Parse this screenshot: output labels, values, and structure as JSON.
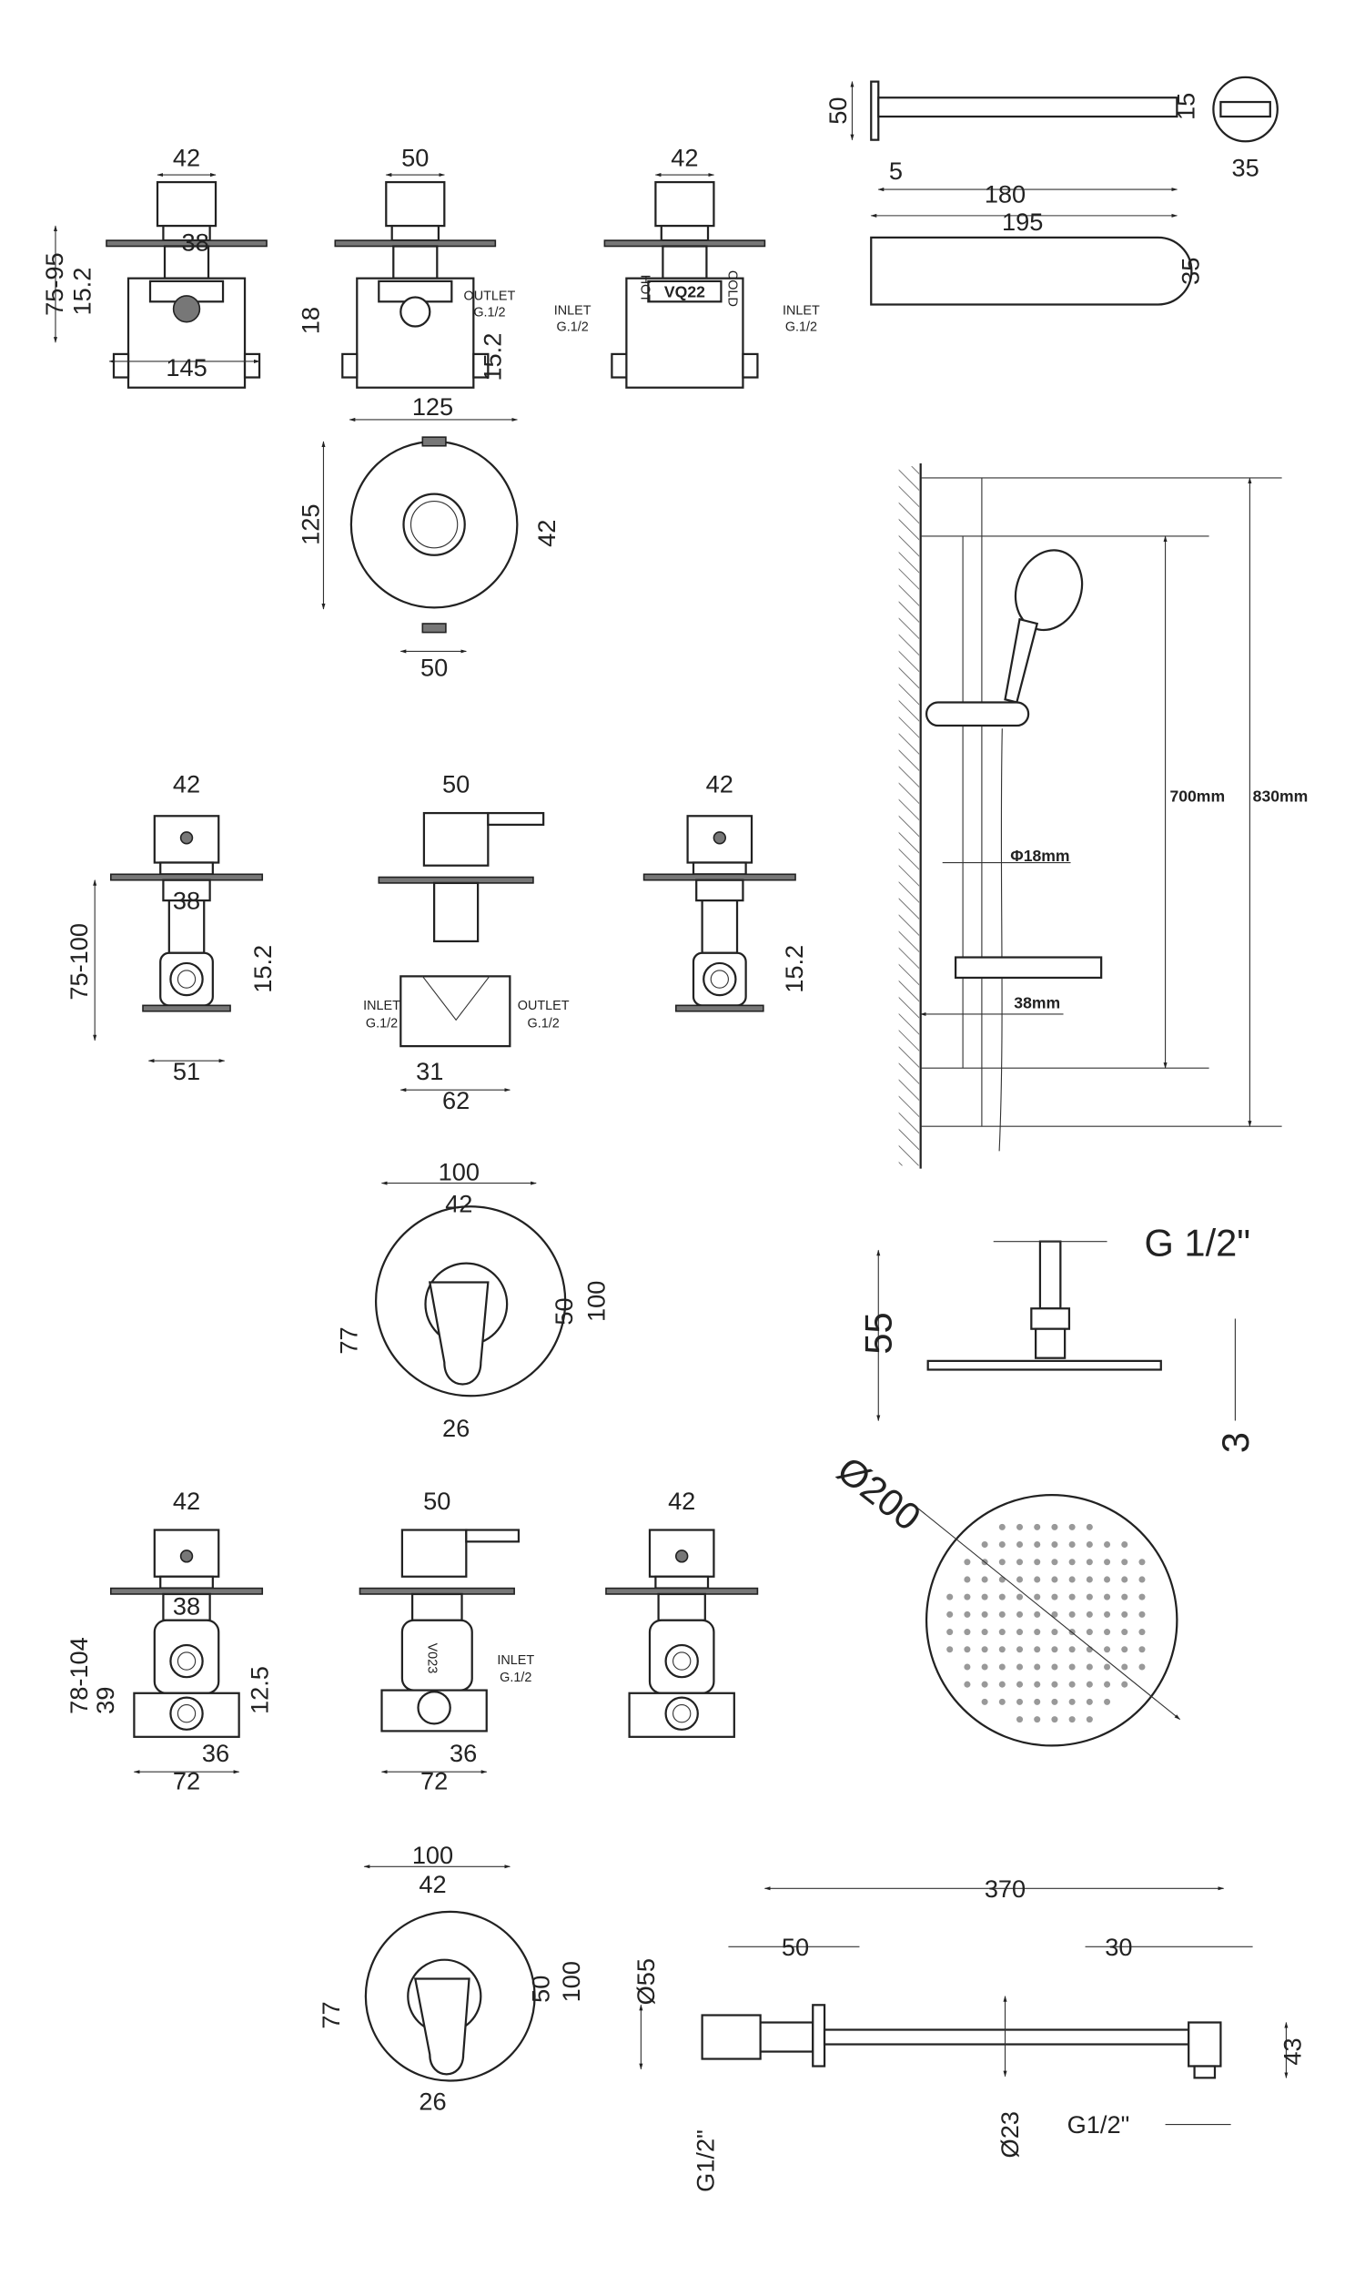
{
  "title": "Shower valve and fittings dimension drawing",
  "concealed_valves_top": {
    "valve_left": {
      "width": "42",
      "inner": "38",
      "depth": "75-95",
      "offset": "15.2",
      "port": "18",
      "body": "145"
    },
    "valve_middle": {
      "width": "50",
      "outlet": "OUTLET",
      "outlet_thread": "G.1/2",
      "offset": "15.2"
    },
    "valve_right": {
      "width": "42",
      "model": "VQ22",
      "hot": "HOT",
      "cold": "COLD",
      "inlet_left": "INLET",
      "inlet_left_thread": "G.1/2",
      "inlet_right": "INLET",
      "inlet_right_thread": "G.1/2"
    }
  },
  "spout": {
    "height": "50",
    "thickness": "15",
    "setback": "5",
    "length": "180",
    "overall": "195",
    "diameter": "35",
    "width": "35"
  },
  "round_plate_1": {
    "width": "125",
    "height": "125",
    "knob_height": "42",
    "knob_width": "50"
  },
  "diverter_valves_mid": {
    "valve_left": {
      "width": "42",
      "inner": "38",
      "depth": "75-100",
      "offset": "15.2",
      "base": "51"
    },
    "valve_middle": {
      "width": "50",
      "inlet": "INLET",
      "inlet_thread": "G.1/2",
      "outlet": "OUTLET",
      "outlet_thread": "G.1/2",
      "half": "31",
      "length": "62"
    },
    "valve_right": {
      "width": "42",
      "offset": "15.2"
    }
  },
  "riser_rail": {
    "hose_length_inner": "700mm",
    "overall": "830mm",
    "rail_diameter": "Φ18mm",
    "wall_gap": "38mm"
  },
  "round_plate_2": {
    "width": "100",
    "inner": "42",
    "lever_height": "77",
    "lever": "50",
    "height": "100",
    "lever_width": "26"
  },
  "shower_head": {
    "thread": "G 1/2\"",
    "height": "55",
    "thickness": "3",
    "diameter": "Ø200"
  },
  "concealed_valves_bottom": {
    "valve_left": {
      "width": "42",
      "inner": "38",
      "depth": "78-104",
      "port_height": "39",
      "offset": "12.5",
      "half": "36",
      "base": "72"
    },
    "valve_middle": {
      "width": "50",
      "model": "V023",
      "inlet": "INLET",
      "inlet_thread": "G.1/2",
      "half": "36",
      "base": "72"
    },
    "valve_right": {
      "width": "42"
    }
  },
  "round_plate_3": {
    "width": "100",
    "inner": "42",
    "lever_height": "77",
    "lever": "50",
    "height": "100",
    "lever_width": "26"
  },
  "shower_arm": {
    "length": "370",
    "flange_diameter": "Ø55",
    "flange_depth": "50",
    "elbow": "30",
    "drop": "43",
    "wall_thread": "G1/2\"",
    "pipe_diameter": "Ø23",
    "outlet_thread": "G1/2\""
  },
  "colors": {
    "line": "#222222",
    "background": "#ffffff"
  }
}
